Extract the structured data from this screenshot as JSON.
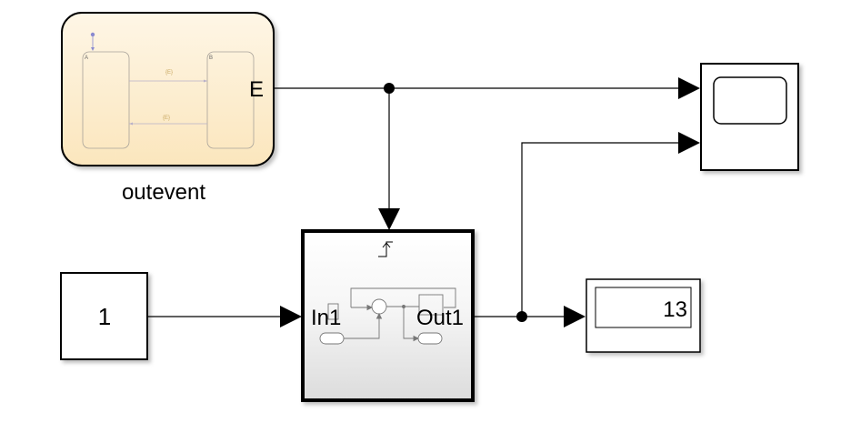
{
  "model": {
    "chart_block": {
      "name": "outevent",
      "output_port": "E",
      "states": [
        {
          "label": "A"
        },
        {
          "label": "B"
        }
      ],
      "transitions": [
        {
          "from": "A",
          "to": "B",
          "label": "{E}"
        },
        {
          "from": "B",
          "to": "A",
          "label": "{E}"
        }
      ],
      "fill_top": "#fdf3e0",
      "fill_bottom": "#fbe7bf"
    },
    "constant_block": {
      "value": "1"
    },
    "triggered_subsystem": {
      "input_port": "In1",
      "output_port": "Out1",
      "trigger_icon": "rising-edge-trigger-icon"
    },
    "display_block": {
      "value": "13"
    },
    "scope_block": {
      "inputs": 2
    }
  }
}
